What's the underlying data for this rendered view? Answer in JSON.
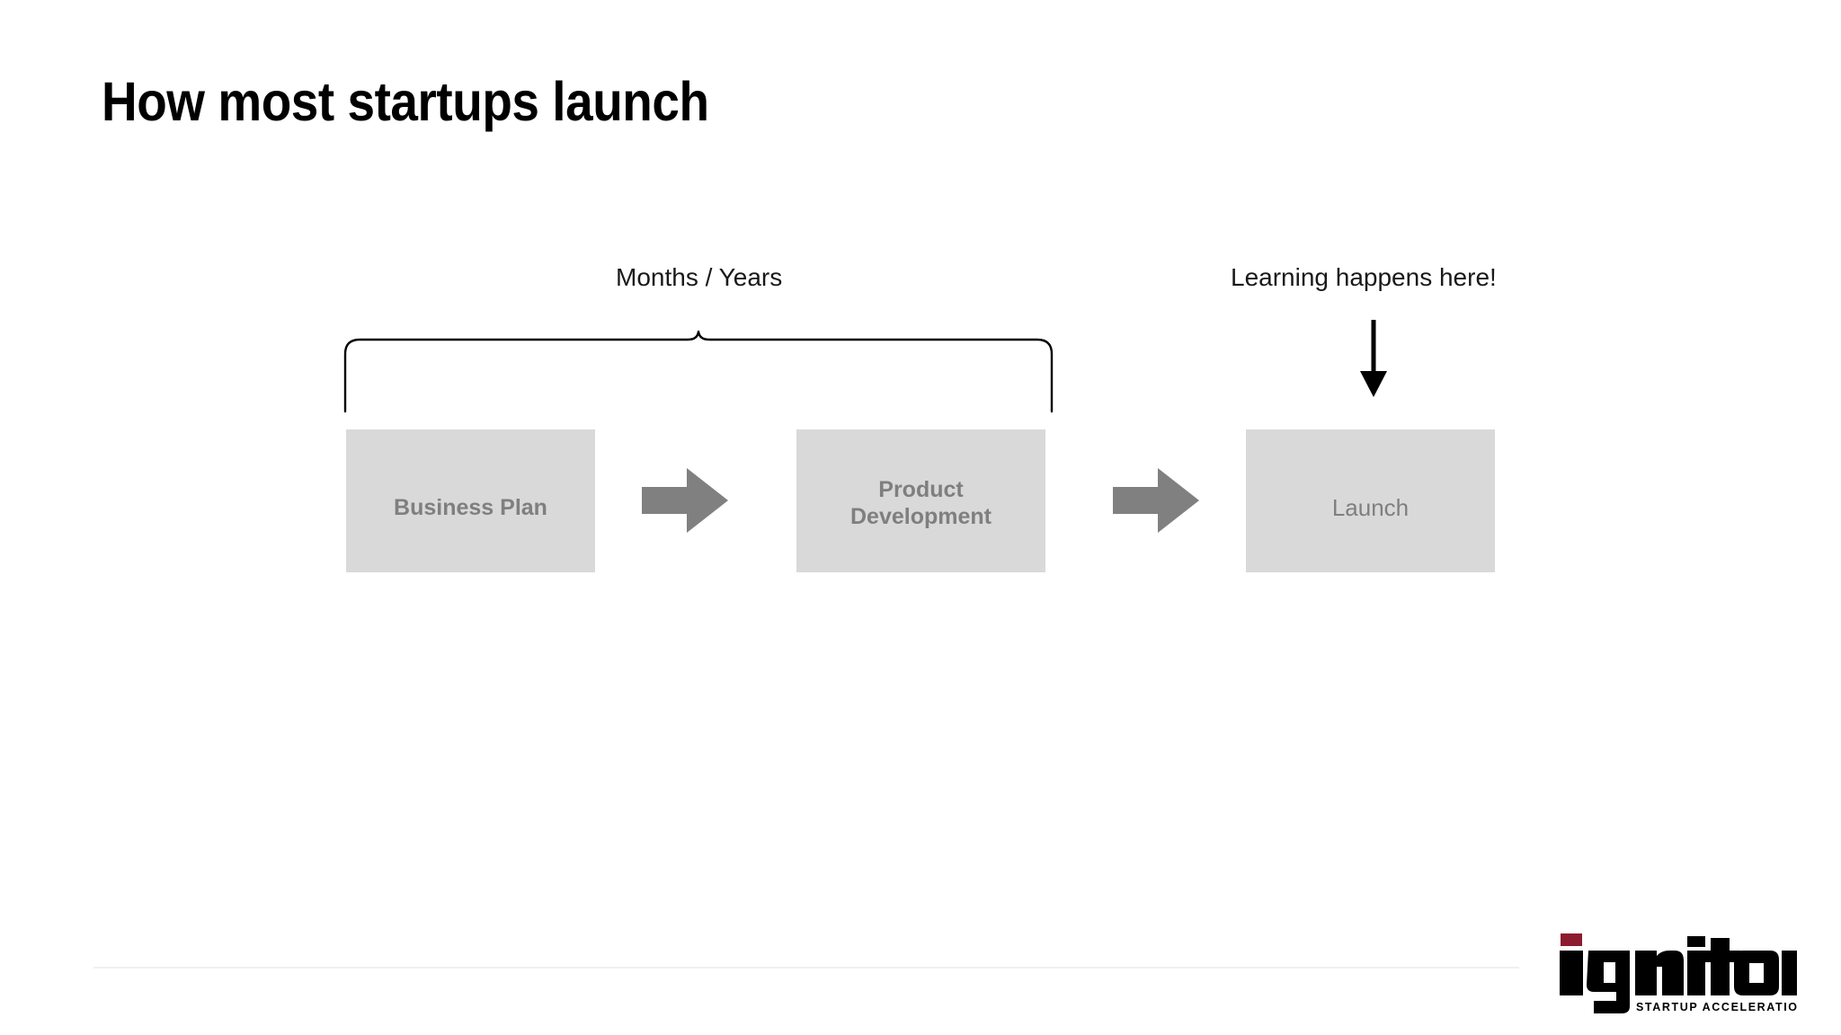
{
  "slide": {
    "title": "How most startups launch",
    "background_color": "#ffffff"
  },
  "annotations": {
    "brace_label": "Months / Years",
    "learning_label": "Learning happens here!"
  },
  "process": {
    "box_fill_color": "#d9d9d9",
    "box_text_color": "#7f7f7f",
    "arrow_color": "#808080",
    "steps": [
      {
        "label": "Business Plan"
      },
      {
        "label": "Product\nDevelopment"
      },
      {
        "label": "Launch"
      }
    ],
    "connectors": [
      {
        "name": "arrow-right-1"
      },
      {
        "name": "arrow-right-2"
      }
    ]
  },
  "footer": {
    "rule_color": "#f0f0f0",
    "logo": {
      "wordmark": "ignitor",
      "tagline": "STARTUP ACCELERATION",
      "accent_color": "#8c1b2f",
      "text_color": "#000000"
    }
  }
}
